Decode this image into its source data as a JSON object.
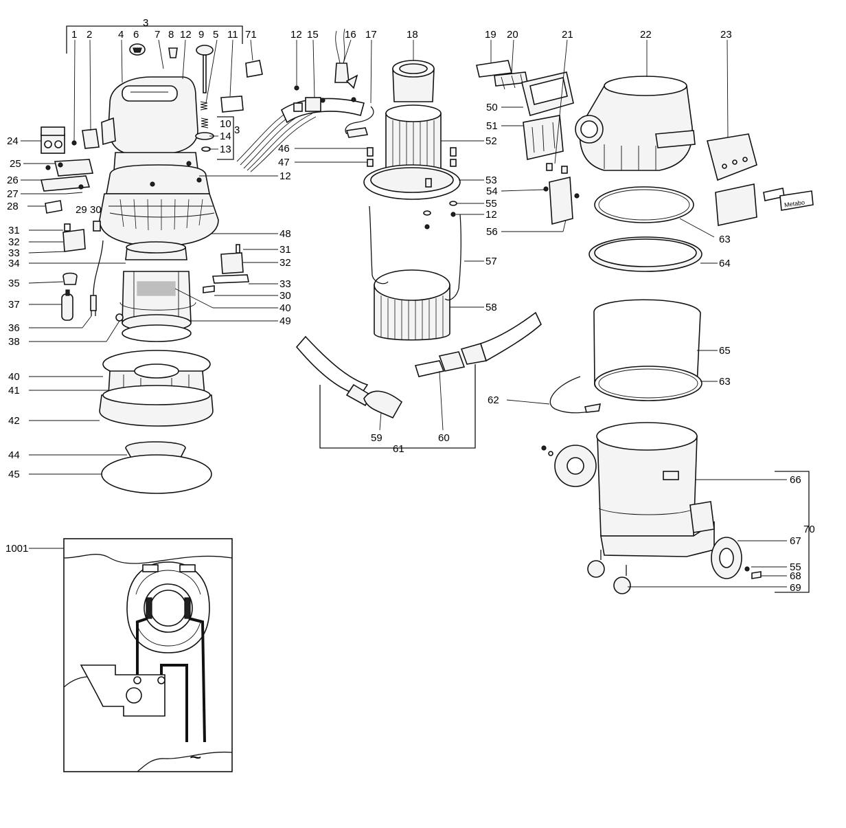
{
  "labels": [
    {
      "id": "l3a",
      "text": "3"
    },
    {
      "id": "l1",
      "text": "1"
    },
    {
      "id": "l2",
      "text": "2"
    },
    {
      "id": "l4",
      "text": "4"
    },
    {
      "id": "l6",
      "text": "6"
    },
    {
      "id": "l7",
      "text": "7"
    },
    {
      "id": "l8",
      "text": "8"
    },
    {
      "id": "l12a",
      "text": "12"
    },
    {
      "id": "l9",
      "text": "9"
    },
    {
      "id": "l5",
      "text": "5"
    },
    {
      "id": "l11",
      "text": "11"
    },
    {
      "id": "l71",
      "text": "71"
    },
    {
      "id": "l10",
      "text": "10"
    },
    {
      "id": "l3b",
      "text": "3"
    },
    {
      "id": "l14",
      "text": "14"
    },
    {
      "id": "l13",
      "text": "13"
    },
    {
      "id": "l12b",
      "text": "12"
    },
    {
      "id": "l24",
      "text": "24"
    },
    {
      "id": "l25",
      "text": "25"
    },
    {
      "id": "l26",
      "text": "26"
    },
    {
      "id": "l27",
      "text": "27"
    },
    {
      "id": "l28",
      "text": "28"
    },
    {
      "id": "l29",
      "text": "29"
    },
    {
      "id": "l30a",
      "text": "30"
    },
    {
      "id": "l31a",
      "text": "31"
    },
    {
      "id": "l32a",
      "text": "32"
    },
    {
      "id": "l33a",
      "text": "33"
    },
    {
      "id": "l48",
      "text": "48"
    },
    {
      "id": "l34",
      "text": "34"
    },
    {
      "id": "l31b",
      "text": "31"
    },
    {
      "id": "l32b",
      "text": "32"
    },
    {
      "id": "l35",
      "text": "35"
    },
    {
      "id": "l33b",
      "text": "33"
    },
    {
      "id": "l30b",
      "text": "30"
    },
    {
      "id": "l37",
      "text": "37"
    },
    {
      "id": "l40a",
      "text": "40"
    },
    {
      "id": "l36",
      "text": "36"
    },
    {
      "id": "l49",
      "text": "49"
    },
    {
      "id": "l38",
      "text": "38"
    },
    {
      "id": "l40b",
      "text": "40"
    },
    {
      "id": "l41",
      "text": "41"
    },
    {
      "id": "l42",
      "text": "42"
    },
    {
      "id": "l44",
      "text": "44"
    },
    {
      "id": "l45",
      "text": "45"
    },
    {
      "id": "l12c",
      "text": "12"
    },
    {
      "id": "l15",
      "text": "15"
    },
    {
      "id": "l16",
      "text": "16"
    },
    {
      "id": "l17",
      "text": "17"
    },
    {
      "id": "l18",
      "text": "18"
    },
    {
      "id": "l19",
      "text": "19"
    },
    {
      "id": "l20",
      "text": "20"
    },
    {
      "id": "l21",
      "text": "21"
    },
    {
      "id": "l22",
      "text": "22"
    },
    {
      "id": "l23",
      "text": "23"
    },
    {
      "id": "l50",
      "text": "50"
    },
    {
      "id": "l51",
      "text": "51"
    },
    {
      "id": "l52",
      "text": "52"
    },
    {
      "id": "l46",
      "text": "46"
    },
    {
      "id": "l47",
      "text": "47"
    },
    {
      "id": "l53",
      "text": "53"
    },
    {
      "id": "l54",
      "text": "54"
    },
    {
      "id": "l55a",
      "text": "55"
    },
    {
      "id": "l12d",
      "text": "12"
    },
    {
      "id": "l56",
      "text": "56"
    },
    {
      "id": "l63a",
      "text": "63"
    },
    {
      "id": "l64",
      "text": "64"
    },
    {
      "id": "l57",
      "text": "57"
    },
    {
      "id": "l58",
      "text": "58"
    },
    {
      "id": "l65",
      "text": "65"
    },
    {
      "id": "l63b",
      "text": "63"
    },
    {
      "id": "l62",
      "text": "62"
    },
    {
      "id": "l59",
      "text": "59"
    },
    {
      "id": "l60",
      "text": "60"
    },
    {
      "id": "l61",
      "text": "61"
    },
    {
      "id": "l66",
      "text": "66"
    },
    {
      "id": "l70",
      "text": "70"
    },
    {
      "id": "l67",
      "text": "67"
    },
    {
      "id": "l55b",
      "text": "55"
    },
    {
      "id": "l68",
      "text": "68"
    },
    {
      "id": "l69",
      "text": "69"
    },
    {
      "id": "l1001",
      "text": "1001"
    }
  ],
  "brand_label": "Metabo",
  "ac_symbol": "~"
}
